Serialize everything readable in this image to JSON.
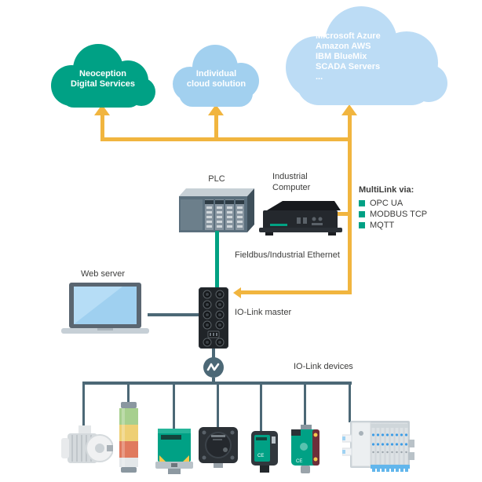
{
  "clouds": [
    {
      "lines": [
        "Neoception",
        "Digital Services"
      ],
      "color": "#00a185"
    },
    {
      "lines": [
        "Individual",
        "cloud solution"
      ],
      "color": "#a2d0ef"
    },
    {
      "lines": [
        "Microsoft Azure",
        "Amazon AWS",
        "IBM BlueMix",
        "SCADA Servers",
        "..."
      ],
      "color": "#bcdcf5"
    }
  ],
  "labels": {
    "plc": "PLC",
    "industrial_computer_line1": "Industrial",
    "industrial_computer_line2": "Computer",
    "fieldbus": "Fieldbus/Industrial Ethernet",
    "web_server": "Web server",
    "io_link_master": "IO-Link master",
    "io_link_devices": "IO-Link devices"
  },
  "multilink": {
    "title": "MultiLink via:",
    "items": [
      "OPC UA",
      "MODBUS TCP",
      "MQTT"
    ]
  },
  "colors": {
    "arrow_yellow": "#f1b53f",
    "ethernet_teal": "#00a182",
    "wire_slate": "#4c6876",
    "text": "#3c3c3b",
    "cloud_green": "#00a185",
    "cloud_blue": "#a2d0ef",
    "cloud_blue_light": "#bcdcf5"
  }
}
